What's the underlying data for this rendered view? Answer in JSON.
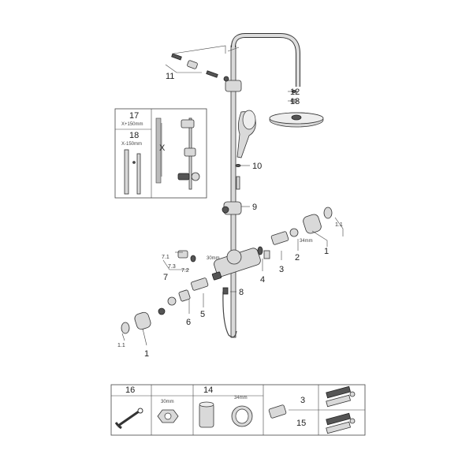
{
  "callouts": {
    "c1": "1",
    "c1_1": "1.1",
    "c2": "2",
    "c3": "3",
    "c4": "4",
    "c5": "5",
    "c6": "6",
    "c7": "7",
    "c7_1": "7.1",
    "c7_2": "7.2",
    "c7_3": "7.3",
    "c8": "8",
    "c9": "9",
    "c10": "10",
    "c11": "11",
    "c12": "12",
    "c13": "13",
    "c1b": "1",
    "c1_1b": "1.1"
  },
  "dimensions": {
    "d30": "30mm",
    "d34": "34mm"
  },
  "inset": {
    "p17": "17",
    "p17_len": "X+150mm",
    "p18": "18",
    "p18_len": "X-150mm",
    "x_label": "X"
  },
  "tools": {
    "t16": "16",
    "t14": "14",
    "t30": "30mm",
    "t34": "34mm",
    "t3": "3",
    "t15": "15"
  }
}
